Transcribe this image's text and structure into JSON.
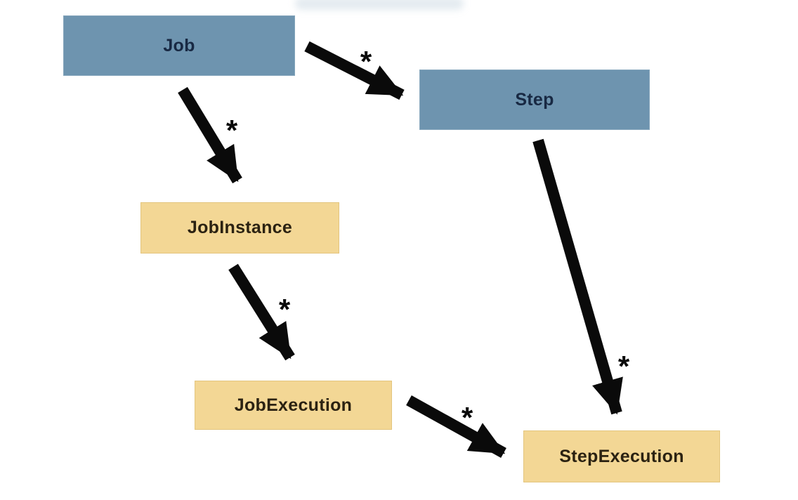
{
  "diagram": {
    "nodes": [
      {
        "id": "job",
        "label": "Job",
        "kind": "blue"
      },
      {
        "id": "step",
        "label": "Step",
        "kind": "blue"
      },
      {
        "id": "job-instance",
        "label": "JobInstance",
        "kind": "tan"
      },
      {
        "id": "job-execution",
        "label": "JobExecution",
        "kind": "tan"
      },
      {
        "id": "step-execution",
        "label": "StepExecution",
        "kind": "tan"
      }
    ],
    "edges": [
      {
        "from": "Job",
        "to": "Step",
        "label": "*"
      },
      {
        "from": "Job",
        "to": "JobInstance",
        "label": "*"
      },
      {
        "from": "JobInstance",
        "to": "JobExecution",
        "label": "*"
      },
      {
        "from": "JobExecution",
        "to": "StepExecution",
        "label": "*"
      },
      {
        "from": "Step",
        "to": "StepExecution",
        "label": "*"
      }
    ],
    "colors": {
      "blue_node_bg": "#6e94af",
      "blue_node_text": "#182943",
      "tan_node_bg": "#f3d795",
      "tan_node_text": "#2b2212",
      "arrow": "#0a0a0a",
      "background": "#ffffff"
    }
  }
}
